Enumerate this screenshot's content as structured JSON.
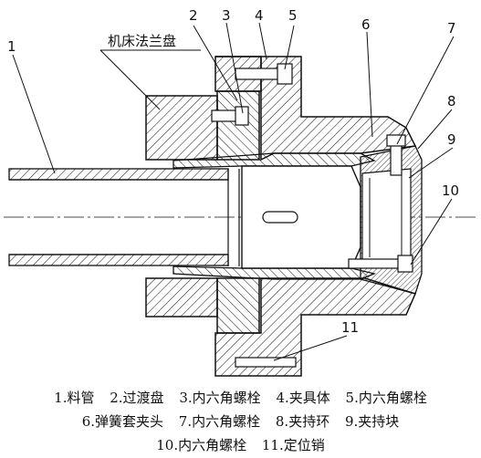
{
  "diagram": {
    "machine_flange_label": "机床法兰盘",
    "callouts": [
      "1",
      "2",
      "3",
      "4",
      "5",
      "6",
      "7",
      "8",
      "9",
      "10",
      "11"
    ]
  },
  "legend": {
    "rows": [
      [
        "1.料管",
        "2.过渡盘",
        "3.内六角螺栓",
        "4.夹具体",
        "5.内六角螺栓"
      ],
      [
        "6.弹簧套夹头",
        "7.内六角螺栓",
        "8.夹持环",
        "9.夹持块"
      ],
      [
        "10.内六角螺栓",
        "11.定位销"
      ]
    ]
  }
}
